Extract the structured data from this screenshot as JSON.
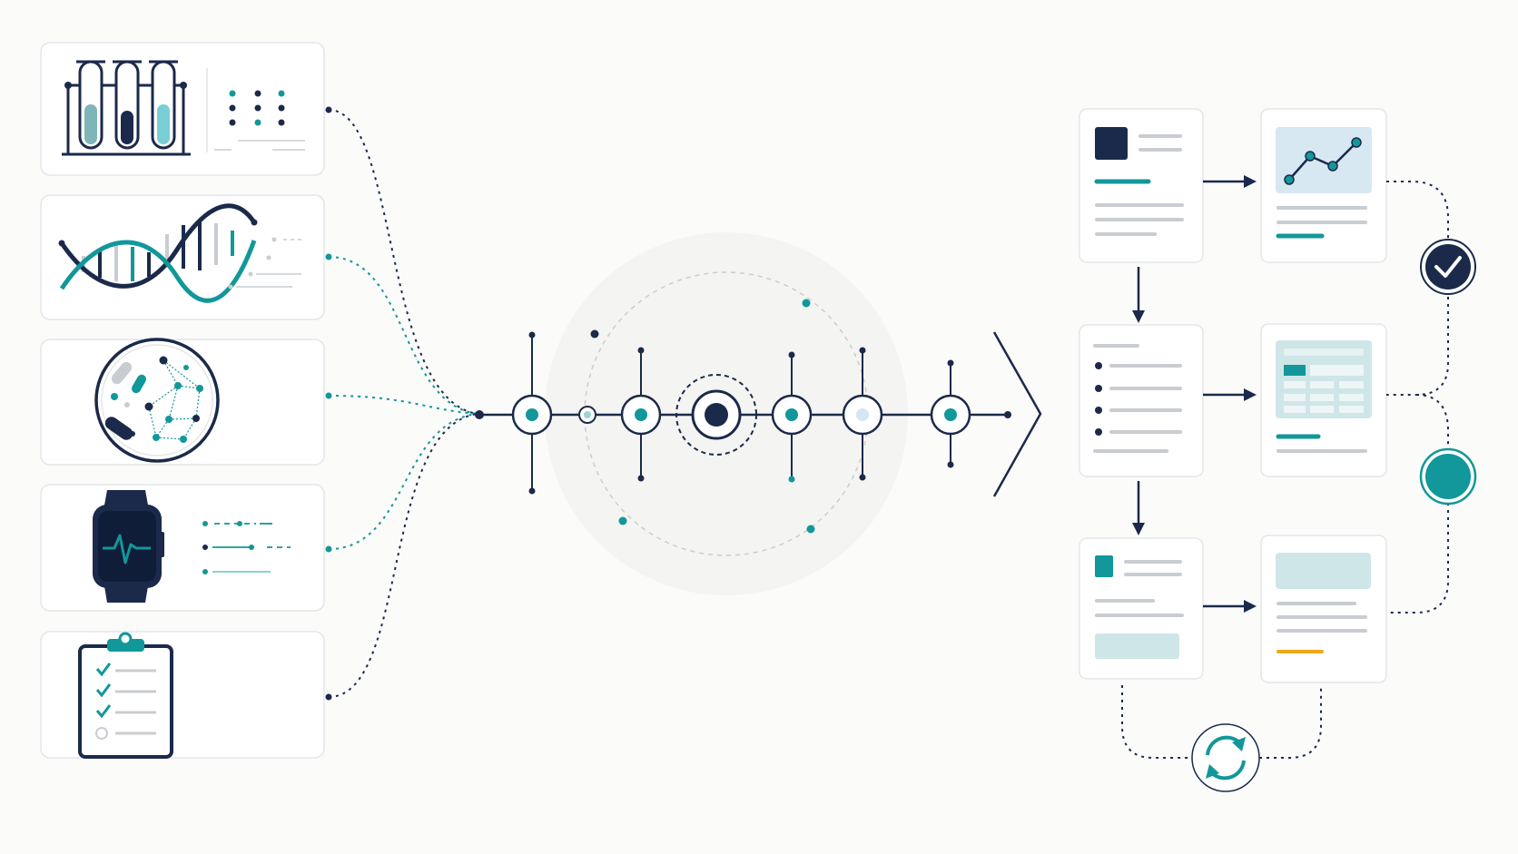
{
  "diagram": {
    "inputs": [
      {
        "name": "lab-results",
        "icon": "test-tubes-icon"
      },
      {
        "name": "genomics",
        "icon": "dna-helix-icon"
      },
      {
        "name": "microbiome",
        "icon": "petri-dish-icon"
      },
      {
        "name": "wearables",
        "icon": "smartwatch-icon"
      },
      {
        "name": "clinical-records",
        "icon": "clipboard-checklist-icon"
      }
    ],
    "hub": {
      "icon": "processing-timeline-icon"
    },
    "outputs": [
      {
        "name": "summary-card",
        "icon": "document-icon"
      },
      {
        "name": "trend-card",
        "icon": "line-chart-icon"
      },
      {
        "name": "list-card",
        "icon": "bullet-list-icon"
      },
      {
        "name": "table-card",
        "icon": "table-icon"
      },
      {
        "name": "action-card",
        "icon": "document-icon"
      },
      {
        "name": "result-card",
        "icon": "report-icon"
      }
    ],
    "status_icons": [
      "check-circle-icon",
      "teal-circle-icon",
      "refresh-icon"
    ],
    "colors": {
      "navy": "#1b2a4a",
      "teal": "#12979a",
      "light_teal": "#cfe6e8",
      "gray": "#c9cdd1",
      "accent": "#f0a81c",
      "background": "#fbfbfa"
    }
  }
}
